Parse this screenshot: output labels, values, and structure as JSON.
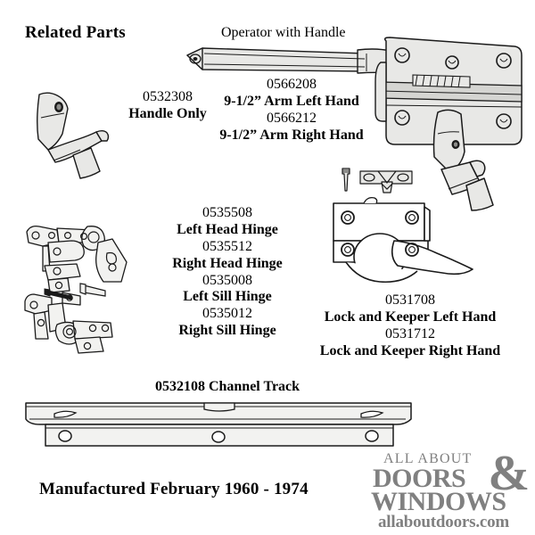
{
  "page": {
    "heading": "Related Parts",
    "operator_heading": "Operator with Handle",
    "manufactured": "Manufactured February 1960 - 1974",
    "channel_track": "0532108 Channel Track"
  },
  "parts": {
    "handle": {
      "part_number": "0532308",
      "description": "Handle Only"
    },
    "arm_left": {
      "part_number": "0566208",
      "description": "9-1/2” Arm Left Hand"
    },
    "arm_right": {
      "part_number": "0566212",
      "description": "9-1/2” Arm Right Hand"
    },
    "head_hinge_left": {
      "part_number": "0535508",
      "description": "Left Head Hinge"
    },
    "head_hinge_right": {
      "part_number": "0535512",
      "description": "Right Head Hinge"
    },
    "sill_hinge_left": {
      "part_number": "0535008",
      "description": "Left Sill Hinge"
    },
    "sill_hinge_right": {
      "part_number": "0535012",
      "description": "Right Sill Hinge"
    },
    "lock_keeper_left": {
      "part_number": "0531708",
      "description": "Lock and Keeper Left Hand"
    },
    "lock_keeper_right": {
      "part_number": "0531712",
      "description": "Lock and Keeper Right Hand"
    }
  },
  "logo": {
    "line1": "ALL ABOUT",
    "line2": "DOORS",
    "ampersand": "&",
    "line3": "WINDOWS",
    "url": "allaboutdoors.com",
    "gray": "#808080",
    "green": "#8fc79a"
  },
  "colors": {
    "background": "#ffffff",
    "ink": "#000000",
    "part_fill": "#e8e8e6",
    "part_fill_dark": "#cfcfcc"
  }
}
